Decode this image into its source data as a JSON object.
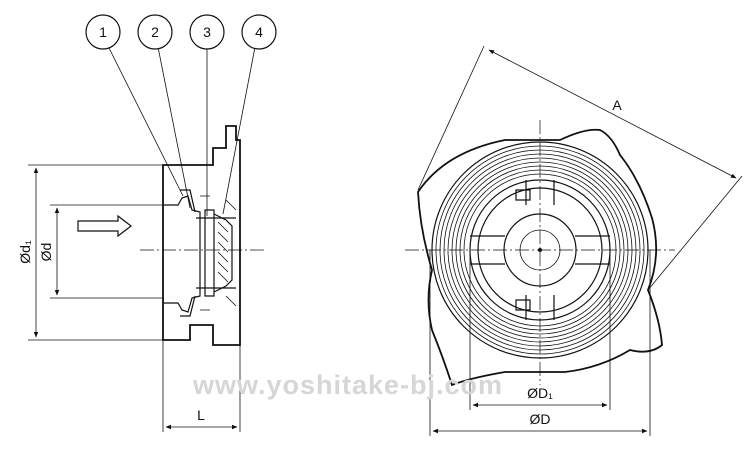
{
  "callouts": [
    {
      "number": "1"
    },
    {
      "number": "2"
    },
    {
      "number": "3"
    },
    {
      "number": "4"
    }
  ],
  "dimensions": {
    "d1": "Ød₁",
    "d": "Ød",
    "L": "L",
    "A": "A",
    "D1": "ØD₁",
    "D": "ØD"
  },
  "watermark": "www.yoshitake-bj.com",
  "icons": {
    "flow_arrow": "flow-direction-arrow"
  }
}
